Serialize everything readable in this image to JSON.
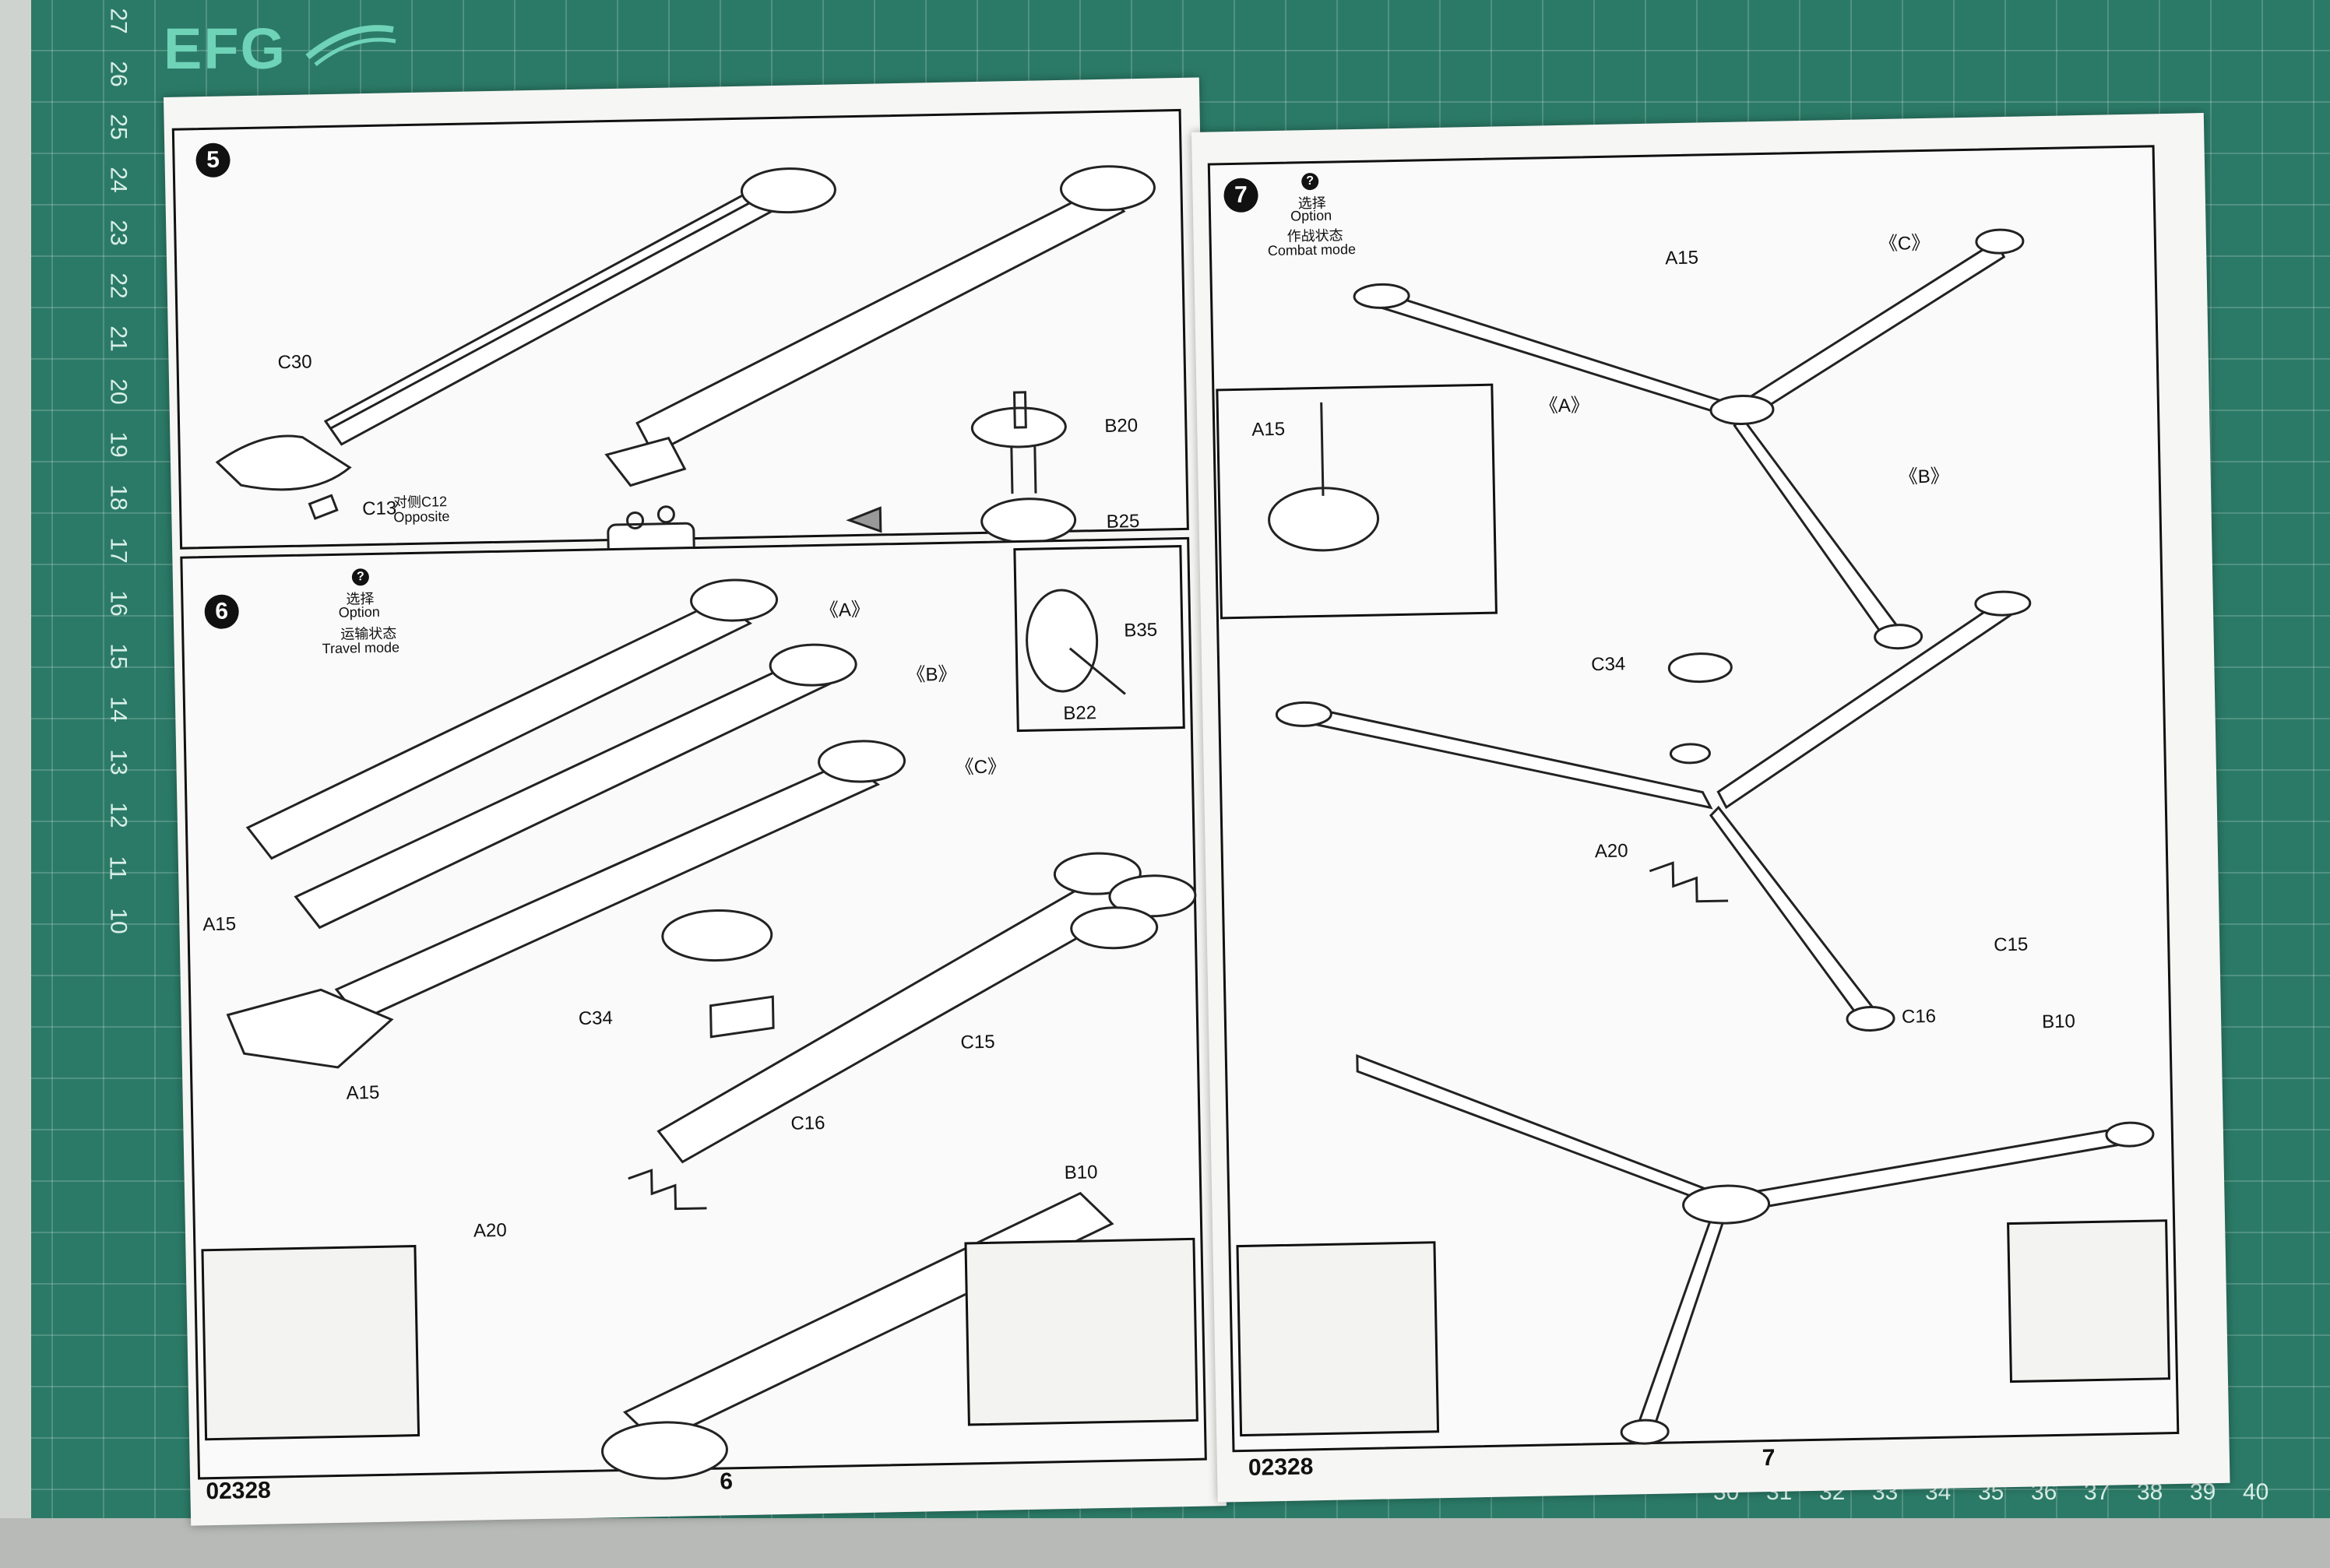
{
  "mat": {
    "brand": "EFG",
    "left_ruler": [
      "27",
      "26",
      "25",
      "24",
      "23",
      "22",
      "21",
      "20",
      "19",
      "18",
      "17",
      "16",
      "15",
      "14",
      "13",
      "12",
      "11",
      "10"
    ],
    "bottom_ruler": [
      "30",
      "31",
      "32",
      "33",
      "34",
      "35",
      "36",
      "37",
      "38",
      "39",
      "40"
    ]
  },
  "left_page": {
    "page_code": "02328",
    "page_number": "6",
    "step5": {
      "badge": "5",
      "labels": {
        "c30": "C30",
        "c13": "C13",
        "note_cn": "对侧C12",
        "note_en": "Opposite",
        "b20": "B20",
        "b25": "B25"
      }
    },
    "step6": {
      "badge": "6",
      "option_cn": "选择",
      "option_en": "Option",
      "mode_cn": "运输状态",
      "mode_en": "Travel mode",
      "labels": {
        "a": "《A》",
        "b": "《B》",
        "c": "《C》",
        "a15_top": "A15",
        "a15_bottom": "A15",
        "c34": "C34",
        "c15": "C15",
        "c16": "C16",
        "a20": "A20",
        "b10": "B10",
        "b35": "B35",
        "b22": "B22"
      }
    }
  },
  "right_page": {
    "page_code": "02328",
    "page_number": "7",
    "step7": {
      "badge": "7",
      "option_cn": "选择",
      "option_en": "Option",
      "mode_cn": "作战状态",
      "mode_en": "Combat mode",
      "labels": {
        "a15_top": "A15",
        "a15_inset": "A15",
        "c": "《C》",
        "a": "《A》",
        "b": "《B》",
        "c34": "C34",
        "a20": "A20",
        "c15": "C15",
        "c16": "C16",
        "b10": "B10"
      }
    }
  }
}
